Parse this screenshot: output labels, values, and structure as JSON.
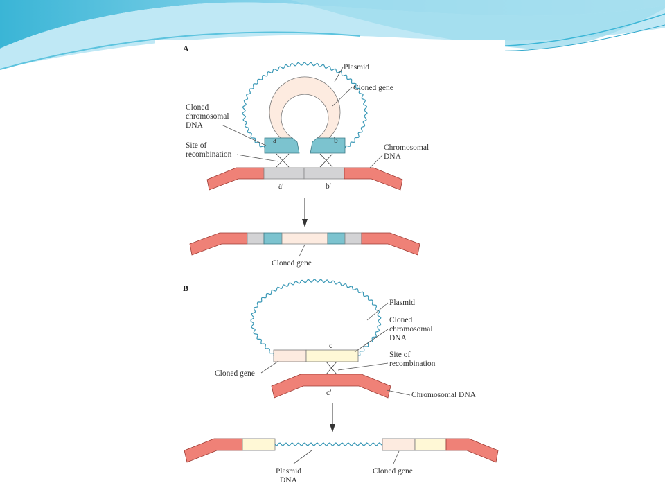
{
  "colors": {
    "chromosomal": "#ef8177",
    "chromosomal_stroke": "#9b3a33",
    "gray_region": "#d3d3d5",
    "teal": "#7cc3cf",
    "cloned_gene": "#fdebe0",
    "yellow_dna": "#fff8d6",
    "plasmid": "#3a98b6",
    "banner_light": "#d9f1f9",
    "banner_mid": "#8fd6ec",
    "banner_dark": "#3ab5d6"
  },
  "panel_a": {
    "letter": "A",
    "plasmid": "Plasmid",
    "cloned_gene": "Cloned gene",
    "cloned_chromosomal_dna": [
      "Cloned",
      "chromosomal",
      "DNA"
    ],
    "site_of_recombination": [
      "Site of",
      "recombination"
    ],
    "chromosomal_dna": [
      "Chromosomal",
      "DNA"
    ],
    "region_a": "a",
    "region_b": "b",
    "region_a_prime": "a′",
    "region_b_prime": "b′",
    "result_label": "Cloned gene"
  },
  "panel_b": {
    "letter": "B",
    "plasmid": "Plasmid",
    "cloned_chromosomal_dna": [
      "Cloned",
      "chromosomal",
      "DNA"
    ],
    "region_c": "c",
    "region_c_prime": "c′",
    "site_of_recombination": [
      "Site of",
      "recombination"
    ],
    "cloned_gene": "Cloned gene",
    "chromosomal_dna": "Chromosomal DNA",
    "result_plasmid_dna": [
      "Plasmid",
      "DNA"
    ],
    "result_cloned_gene": "Cloned gene"
  }
}
